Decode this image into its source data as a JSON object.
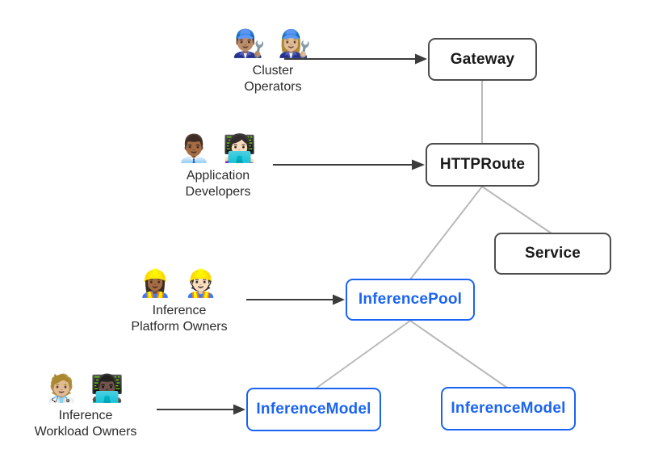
{
  "diagram": {
    "colors": {
      "background": "#ffffff",
      "node_border": "#4d4d4d",
      "node_text": "#1a1a1a",
      "highlight_blue": "#1b64f2",
      "connector_gray": "#b9b9b9",
      "arrow_dark": "#3c3c3c",
      "actor_text": "#2b2b2b"
    },
    "actors": [
      {
        "emojis": "👨🏽‍🔧 👩🏼‍🔧",
        "line1": "Cluster",
        "line2": "Operators"
      },
      {
        "emojis": "👨🏾‍💼 👩🏻‍💻",
        "line1": "Application",
        "line2": "Developers"
      },
      {
        "emojis": "👷🏾‍♀️ 👷🏻",
        "line1": "Inference",
        "line2": "Platform Owners"
      },
      {
        "emojis": "🧑🏼‍⚕️ 👨🏿‍💻",
        "line1": "Inference",
        "line2": "Workload Owners"
      }
    ],
    "nodes": [
      {
        "label": "Gateway",
        "style": "standard"
      },
      {
        "label": "HTTPRoute",
        "style": "standard"
      },
      {
        "label": "Service",
        "style": "standard"
      },
      {
        "label": "InferencePool",
        "style": "highlighted"
      },
      {
        "label": "InferenceModel",
        "style": "highlighted"
      },
      {
        "label": "InferenceModel",
        "style": "highlighted"
      }
    ],
    "edges": [
      {
        "from": "Cluster Operators",
        "to": "Gateway",
        "kind": "arrow"
      },
      {
        "from": "Application Developers",
        "to": "HTTPRoute",
        "kind": "arrow"
      },
      {
        "from": "Inference Platform Owners",
        "to": "InferencePool",
        "kind": "arrow"
      },
      {
        "from": "Inference Workload Owners",
        "to": "InferenceModel (left)",
        "kind": "arrow"
      },
      {
        "from": "Gateway",
        "to": "HTTPRoute",
        "kind": "line"
      },
      {
        "from": "HTTPRoute",
        "to": "InferencePool",
        "kind": "line"
      },
      {
        "from": "HTTPRoute",
        "to": "Service",
        "kind": "line"
      },
      {
        "from": "InferencePool",
        "to": "InferenceModel (left)",
        "kind": "line"
      },
      {
        "from": "InferencePool",
        "to": "InferenceModel (right)",
        "kind": "line"
      }
    ]
  }
}
